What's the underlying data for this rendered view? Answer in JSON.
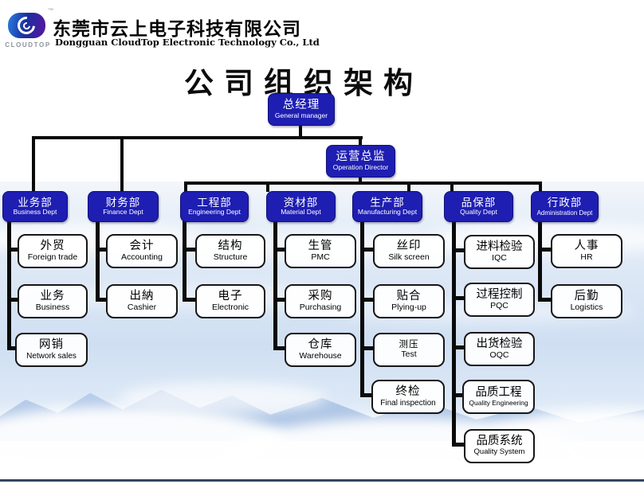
{
  "header": {
    "logo_word": "CLOUDTOP",
    "trademark": "™",
    "company_cn": "东莞市云上电子科技有限公司",
    "company_en": "Dongguan CloudTop Electronic Technology Co., Ltd"
  },
  "title": "公司组织架构",
  "org": {
    "general_manager": {
      "cn": "总经理",
      "en": "General manager"
    },
    "operation_director": {
      "cn": "运营总监",
      "en": "Operation Director"
    },
    "departments": [
      {
        "cn": "业务部",
        "en": "Business Dept"
      },
      {
        "cn": "财务部",
        "en": "Finance Dept"
      },
      {
        "cn": "工程部",
        "en": "Engineering Dept"
      },
      {
        "cn": "资材部",
        "en": "Material Dept"
      },
      {
        "cn": "生产部",
        "en": "Manufacturing Dept"
      },
      {
        "cn": "品保部",
        "en": "Quality Dept"
      },
      {
        "cn": "行政部",
        "en": "Administration Dept"
      }
    ],
    "teams": {
      "business": [
        {
          "cn": "外贸",
          "en": "Foreign trade"
        },
        {
          "cn": "业务",
          "en": "Business"
        },
        {
          "cn": "网销",
          "en": "Network sales"
        }
      ],
      "finance": [
        {
          "cn": "会计",
          "en": "Accounting"
        },
        {
          "cn": "出納",
          "en": "Cashier"
        }
      ],
      "engineering": [
        {
          "cn": "结构",
          "en": "Structure"
        },
        {
          "cn": "电子",
          "en": "Electronic"
        }
      ],
      "material": [
        {
          "cn": "生管",
          "en": "PMC"
        },
        {
          "cn": "采购",
          "en": "Purchasing"
        },
        {
          "cn": "仓库",
          "en": "Warehouse"
        }
      ],
      "manufacturing": [
        {
          "cn": "丝印",
          "en": "Silk screen"
        },
        {
          "cn": "贴合",
          "en": "Plying-up"
        },
        {
          "cn": "测压",
          "en": "Test"
        },
        {
          "cn": "终检",
          "en": "Final inspection"
        }
      ],
      "quality": [
        {
          "cn": "进料检验",
          "en": "IQC"
        },
        {
          "cn": "过程控制",
          "en": "PQC"
        },
        {
          "cn": "出货检验",
          "en": "OQC"
        },
        {
          "cn": "品质工程",
          "en": "Quality Engineering"
        },
        {
          "cn": "品质系统",
          "en": "Quality System"
        }
      ],
      "admin": [
        {
          "cn": "人事",
          "en": "HR"
        },
        {
          "cn": "后勤",
          "en": "Logistics"
        }
      ]
    }
  },
  "colors": {
    "box_blue": "#1e1eb2",
    "line_black": "#0a0a0a",
    "bottom_bar": "#334760"
  }
}
